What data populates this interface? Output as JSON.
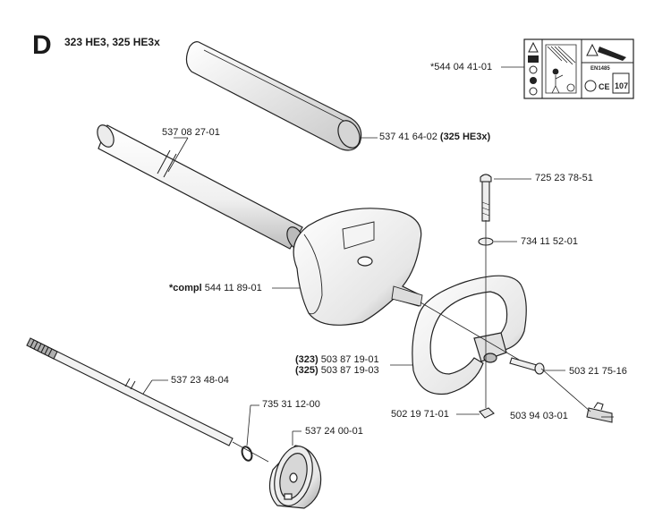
{
  "header": {
    "section_letter": "D",
    "models": "323 HE3, 325 HE3x"
  },
  "parts": [
    {
      "id": "decal",
      "number": "*544 04 41-01",
      "prefix": "",
      "suffix": ""
    },
    {
      "id": "handle-cover",
      "number": "537 41 64-02",
      "prefix": "",
      "suffix": "(325 HE3x)"
    },
    {
      "id": "shaft-tube",
      "number": "537 08 27-01",
      "prefix": "",
      "suffix": ""
    },
    {
      "id": "bolt",
      "number": "725 23 78-51",
      "prefix": "",
      "suffix": ""
    },
    {
      "id": "washer",
      "number": "734 11 52-01",
      "prefix": "",
      "suffix": ""
    },
    {
      "id": "guard",
      "number": "544 11 89-01",
      "prefix": "*compl",
      "suffix": ""
    },
    {
      "id": "handle-323",
      "number": "503 87 19-01",
      "prefix": "(323)",
      "suffix": ""
    },
    {
      "id": "handle-325",
      "number": "503 87 19-03",
      "prefix": "(325)",
      "suffix": ""
    },
    {
      "id": "screw",
      "number": "503 21 75-16",
      "prefix": "",
      "suffix": ""
    },
    {
      "id": "drive-shaft",
      "number": "537 23 48-04",
      "prefix": "",
      "suffix": ""
    },
    {
      "id": "o-ring",
      "number": "735 31 12-00",
      "prefix": "",
      "suffix": ""
    },
    {
      "id": "nut",
      "number": "502 19 71-01",
      "prefix": "",
      "suffix": ""
    },
    {
      "id": "connector",
      "number": "503 94 03-01",
      "prefix": "",
      "suffix": ""
    },
    {
      "id": "clutch-drum",
      "number": "537 24 00-01",
      "prefix": "",
      "suffix": ""
    }
  ],
  "decal_text": {
    "standard": "EN1485",
    "ce": "CE",
    "noise": "107"
  }
}
